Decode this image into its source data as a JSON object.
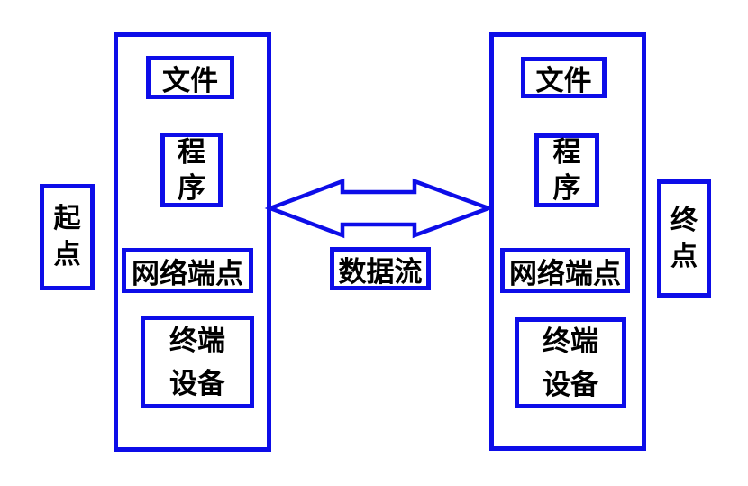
{
  "colors": {
    "line": "#0d0de8",
    "text": "#000000",
    "background": "#ffffff"
  },
  "source_node": {
    "label": "起\n点"
  },
  "destination_node": {
    "label": "终\n点"
  },
  "data_flow": {
    "label": "数据流"
  },
  "left_endpoint": {
    "file": "文件",
    "program": "程\n序",
    "network_endpoint": "网络端点",
    "terminal_device": "终端\n设备"
  },
  "right_endpoint": {
    "file": "文件",
    "program": "程\n序",
    "network_endpoint": "网络端点",
    "terminal_device": "终端\n设备"
  }
}
